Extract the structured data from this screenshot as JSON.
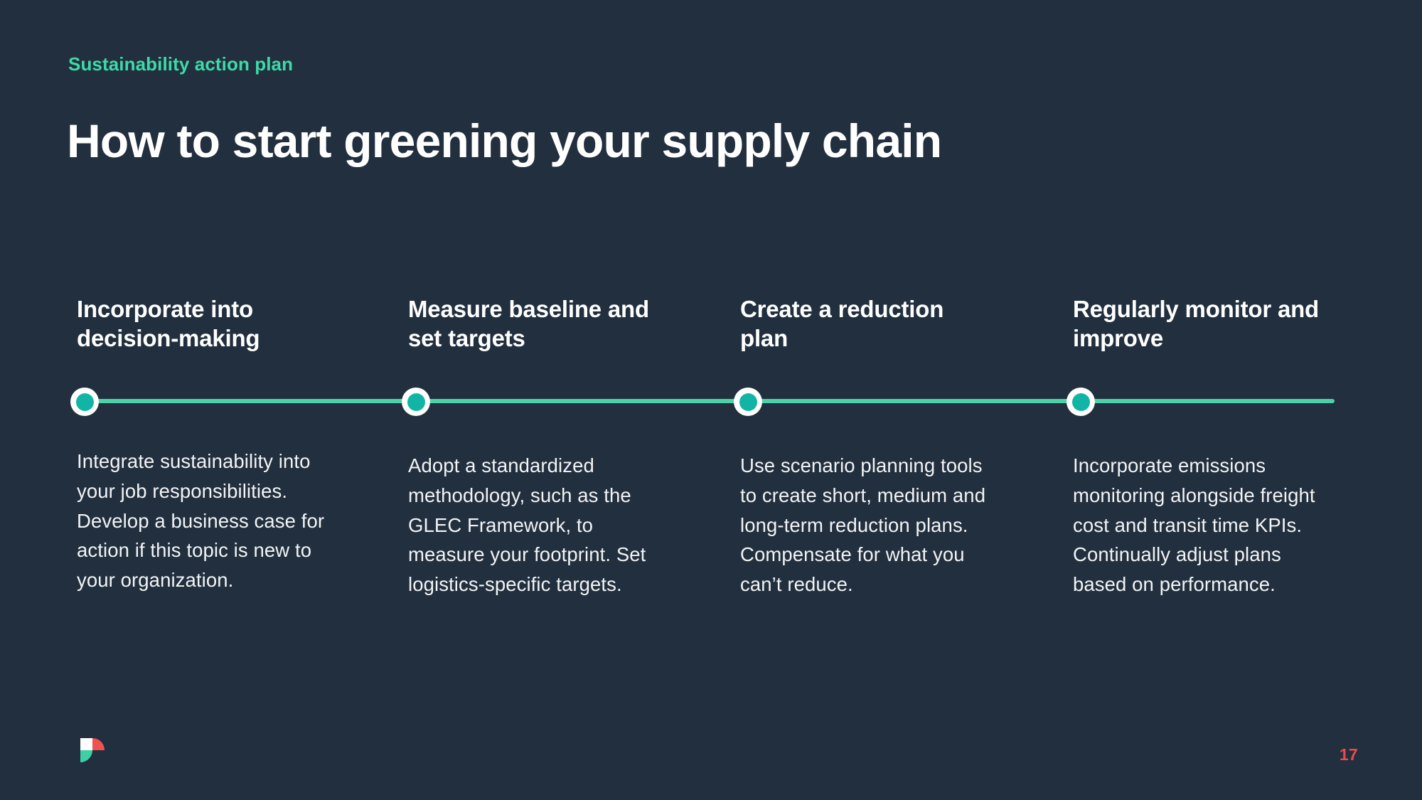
{
  "slide": {
    "eyebrow": "Sustainability action plan",
    "title": "How to start greening your supply chain",
    "page_number": "17",
    "background_color": "#222f3e",
    "accent_color": "#3ddaa9",
    "line_color": "#4cd3a5",
    "dot_color": "#12b5a5",
    "page_number_color": "#ef4a4a"
  },
  "timeline": {
    "steps": [
      {
        "heading": "Incorporate into decision-making",
        "body": "Integrate sustainability into your job responsibilities. Develop a business case for action if this topic is new to your organization.",
        "marker": "timeline-dot"
      },
      {
        "heading": "Measure baseline and set targets",
        "body": "Adopt a standardized methodology, such as the GLEC Framework, to measure your footprint. Set logistics-specific targets.",
        "marker": "timeline-dot"
      },
      {
        "heading": "Create a reduction plan",
        "body": "Use scenario planning tools to create short, medium and long-term reduction plans. Compensate for what you can’t reduce.",
        "marker": "timeline-dot"
      },
      {
        "heading": "Regularly monitor and improve",
        "body": "Incorporate emissions monitoring alongside freight cost and transit time KPIs. Continually adjust plans based on performance.",
        "marker": "timeline-dot"
      }
    ]
  },
  "footer": {
    "logo_name": "pledge-logo-icon",
    "logo_colors": {
      "white": "#ffffff",
      "red": "#f0534f",
      "teal": "#3ecfa4"
    }
  }
}
